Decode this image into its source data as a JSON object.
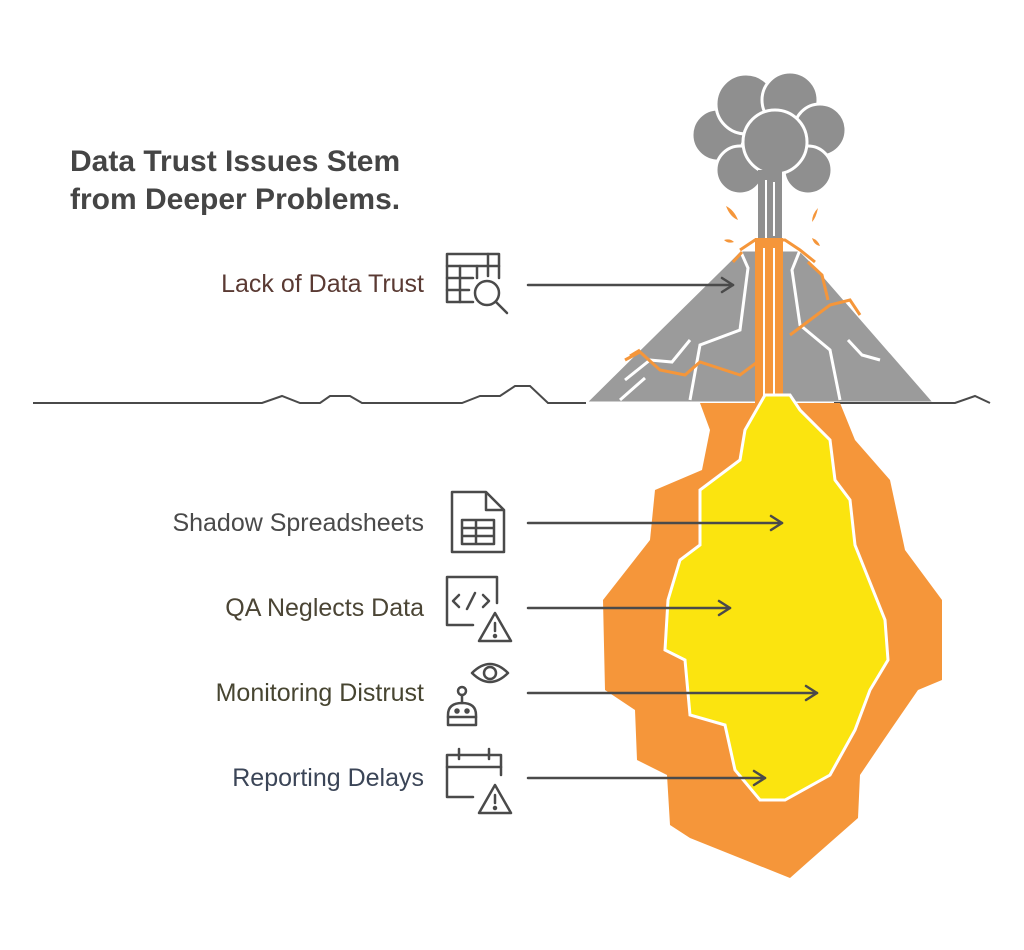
{
  "title_line1": "Data Trust Issues Stem",
  "title_line2": "from Deeper Problems.",
  "items": [
    {
      "label": "Lack of Data Trust",
      "color": "#5a3a33",
      "icon": "table-search-icon"
    },
    {
      "label": "Shadow Spreadsheets",
      "color": "#4a4a4a",
      "icon": "spreadsheet-file-icon"
    },
    {
      "label": "QA Neglects Data",
      "color": "#4b4535",
      "icon": "code-warning-icon"
    },
    {
      "label": "Monitoring Distrust",
      "color": "#474531",
      "icon": "robot-eye-icon"
    },
    {
      "label": "Reporting Delays",
      "color": "#3b4557",
      "icon": "calendar-warning-icon"
    }
  ],
  "colors": {
    "lava_outer": "#f5963a",
    "lava_inner": "#fbe40f",
    "mountain": "#9b9b9b",
    "smoke": "#8f8f8f",
    "ground_line": "#4a4a4a",
    "icon_stroke": "#4a4a4a"
  }
}
